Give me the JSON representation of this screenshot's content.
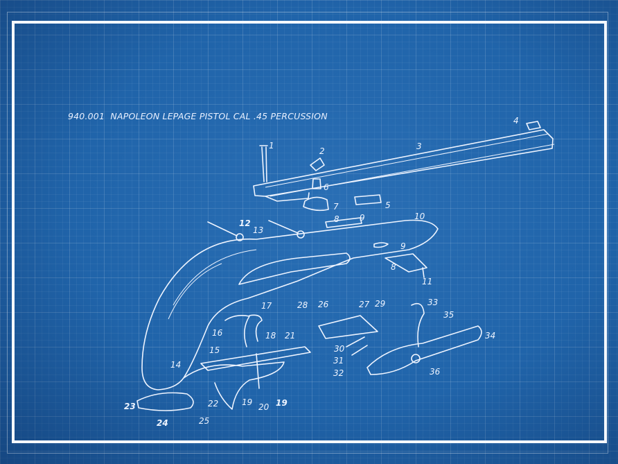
{
  "diagram": {
    "title": "940.001  NAPOLEON LEPAGE PISTOL CAL .45 PERCUSSION",
    "part_numbers": [
      "1",
      "2",
      "3",
      "4",
      "5",
      "6",
      "7",
      "8",
      "9",
      "8",
      "9",
      "10",
      "11",
      "12",
      "13",
      "14",
      "15",
      "16",
      "17",
      "18",
      "19",
      "19",
      "20",
      "21",
      "22",
      "23",
      "24",
      "25",
      "26",
      "27",
      "28",
      "29",
      "30",
      "31",
      "32",
      "33",
      "34",
      "35",
      "36"
    ]
  },
  "colors": {
    "background": "#2064aa",
    "line": "#eef4ff",
    "frame": "#f4f8ff"
  }
}
